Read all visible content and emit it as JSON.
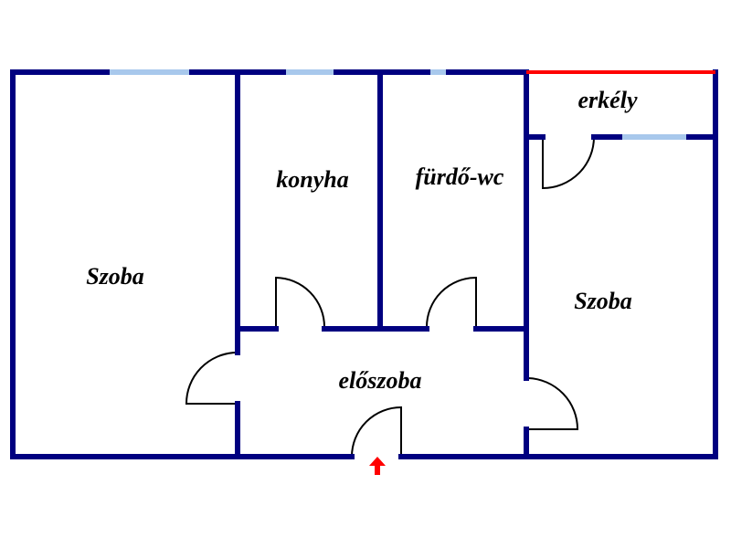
{
  "rooms": {
    "szoba_left": "Szoba",
    "konyha": "konyha",
    "furdo_wc": "fürdő-wc",
    "erkely": "erkély",
    "szoba_right": "Szoba",
    "eloszoba": "előszoba"
  },
  "colors": {
    "wall": "#000080",
    "window": "#a8c8ec",
    "balcony_edge": "#ff0000",
    "entry_arrow": "#ff0000",
    "door_line": "#000000"
  },
  "icons": {
    "entrance": "up-arrow-icon"
  }
}
